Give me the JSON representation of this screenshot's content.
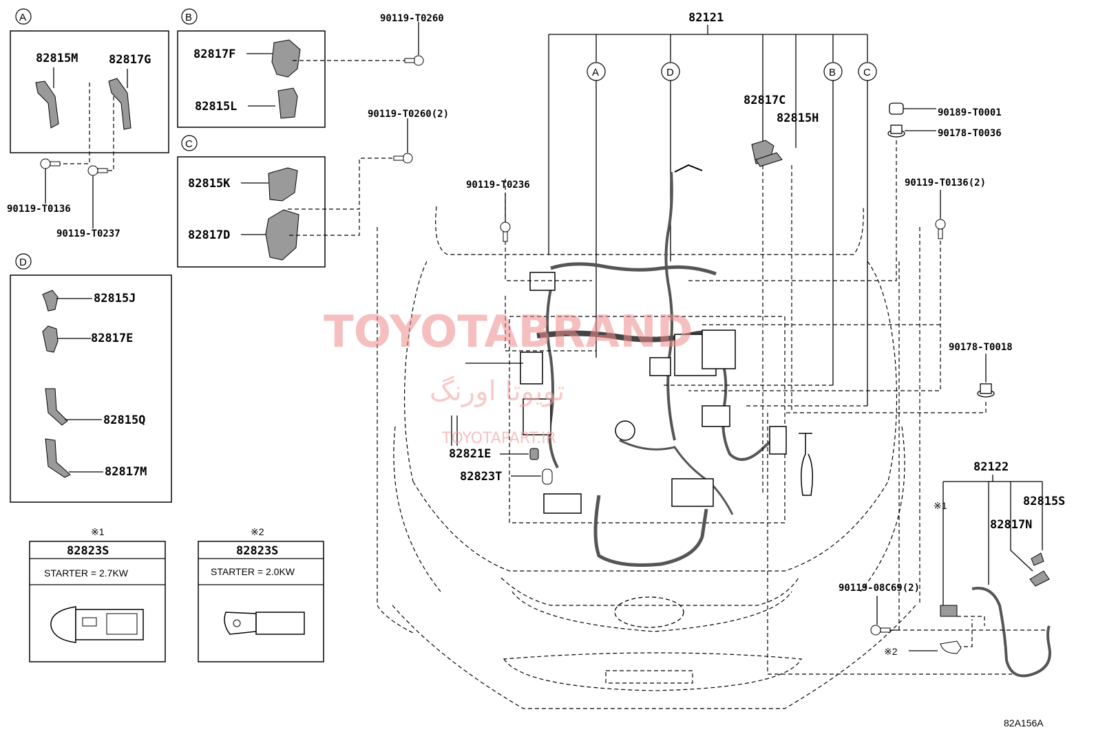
{
  "watermark": {
    "brand": "TOYOTABRAND",
    "farsi": "تويوتا اورنگ",
    "site": "TOYOTAPART.IR"
  },
  "callouts": {
    "A": "A",
    "B": "B",
    "C": "C",
    "D": "D"
  },
  "box_a": {
    "parts": [
      "82815M",
      "82817G"
    ]
  },
  "box_b": {
    "parts": [
      "82817F",
      "82815L"
    ]
  },
  "box_c": {
    "parts": [
      "82815K",
      "82817D"
    ]
  },
  "box_d": {
    "parts": [
      "82815J",
      "82817E",
      "82815Q",
      "82817M"
    ]
  },
  "bolts": {
    "b1": "90119-T0136",
    "b2": "90119-T0237",
    "b3": "90119-T0260",
    "b4": "90119-T0260(2)",
    "b5": "90119-T0236",
    "b6": "90189-T0001",
    "b7": "90178-T0036",
    "b8": "90119-T0136(2)",
    "b9": "90178-T0018",
    "b10": "90119-08C69(2)"
  },
  "main": {
    "harness": "82121",
    "p1": "82817C",
    "p2": "82815H",
    "p3": "82821E",
    "p4": "82823T"
  },
  "sub": {
    "harness": "82122",
    "p1": "82815S",
    "p2": "82817N",
    "mark1": "※1",
    "mark2": "※2"
  },
  "variants": [
    {
      "mark": "※1",
      "part": "82823S",
      "spec": "STARTER = 2.7KW"
    },
    {
      "mark": "※2",
      "part": "82823S",
      "spec": "STARTER = 2.0KW"
    }
  ],
  "diagram_code": "82A156A"
}
